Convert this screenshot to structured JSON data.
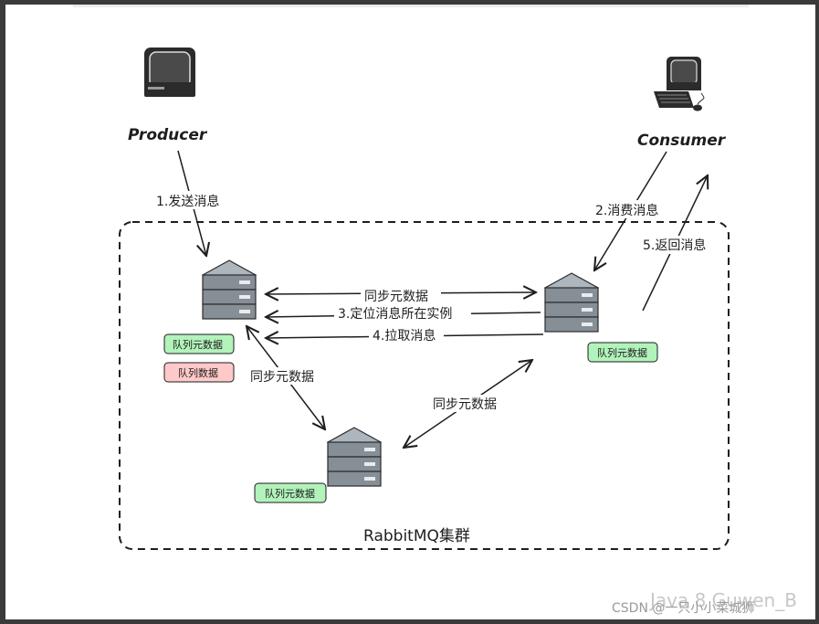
{
  "diagram": {
    "producer_label": "Producer",
    "consumer_label": "Consumer",
    "cluster_label": "RabbitMQ集群",
    "arrows": {
      "send": "1.发送消息",
      "consume": "2.消费消息",
      "sync_top": "同步元数据",
      "locate": "3.定位消息所在实例",
      "pull": "4.拉取消息",
      "return": "5.返回消息",
      "sync_left": "同步元数据",
      "sync_right": "同步元数据"
    },
    "tags": {
      "left_meta": "队列元数据",
      "left_data": "队列数据",
      "right_meta": "队列元数据",
      "bottom_meta": "队列元数据"
    },
    "colors": {
      "meta_tag_fill": "#b2f2bb",
      "data_tag_fill": "#ffc9c9",
      "server": "#868e96"
    }
  },
  "watermark": {
    "line1": "Java 8 Guwen_B",
    "line2": "CSDN @一只小小菜城狮"
  }
}
